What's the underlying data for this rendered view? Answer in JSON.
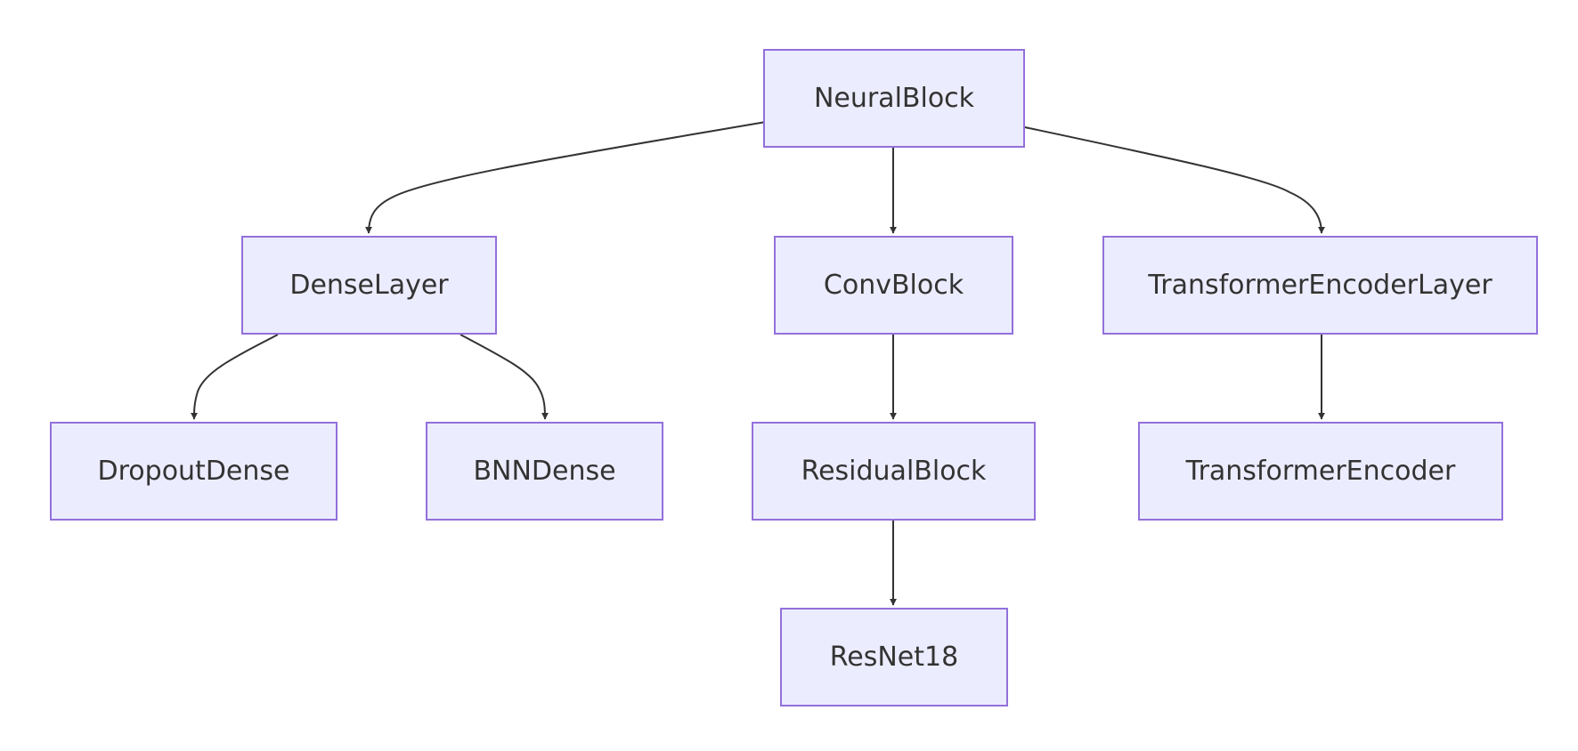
{
  "colors": {
    "node_fill": "#ececff",
    "node_border": "#9370db",
    "edge": "#333333",
    "text": "#333333",
    "background": "#ffffff"
  },
  "nodes": {
    "neural_block": "NeuralBlock",
    "dense_layer": "DenseLayer",
    "conv_block": "ConvBlock",
    "transformer_encoder_layer": "TransformerEncoderLayer",
    "dropout_dense": "DropoutDense",
    "bnn_dense": "BNNDense",
    "residual_block": "ResidualBlock",
    "transformer_encoder": "TransformerEncoder",
    "resnet18": "ResNet18"
  },
  "edges": [
    {
      "from": "neural_block",
      "to": "dense_layer"
    },
    {
      "from": "neural_block",
      "to": "conv_block"
    },
    {
      "from": "neural_block",
      "to": "transformer_encoder_layer"
    },
    {
      "from": "dense_layer",
      "to": "dropout_dense"
    },
    {
      "from": "dense_layer",
      "to": "bnn_dense"
    },
    {
      "from": "conv_block",
      "to": "residual_block"
    },
    {
      "from": "residual_block",
      "to": "resnet18"
    },
    {
      "from": "transformer_encoder_layer",
      "to": "transformer_encoder"
    }
  ]
}
